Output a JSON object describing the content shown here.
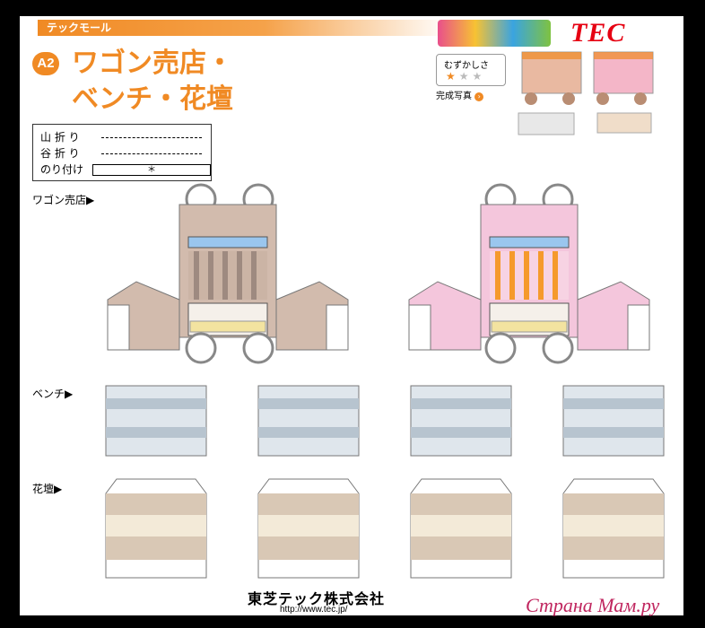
{
  "header": {
    "category": "テックモール",
    "badge": "A2",
    "title_line1": "ワゴン売店・",
    "title_line2": "ベンチ・花壇"
  },
  "legend": {
    "mountain_fold": "山 折 り",
    "valley_fold": "谷 折 り",
    "glue_here": "のり付け",
    "glue_mark": "＊"
  },
  "brand": {
    "tec_logo": "TEC",
    "accent_color": "#f08a24",
    "tec_color": "#e60012"
  },
  "difficulty": {
    "label": "むずかしさ",
    "stars": "★★★",
    "filled": 1,
    "of": 3
  },
  "photo_label": "完成写真",
  "sections": {
    "wagon": "ワゴン売店▶",
    "bench": "ベンチ▶",
    "flowerbed": "花壇▶"
  },
  "footer": {
    "company": "東芝テック株式会社",
    "url": "http://www.tec.jp/"
  },
  "watermark": "Страна Мам.ру",
  "colors": {
    "wagon_a": "#d2bbad",
    "wagon_b": "#f4c6dc",
    "stripe_a": "#9e8a80",
    "stripe_b": "#f59a2c",
    "wheel": "#8c8c8c"
  }
}
